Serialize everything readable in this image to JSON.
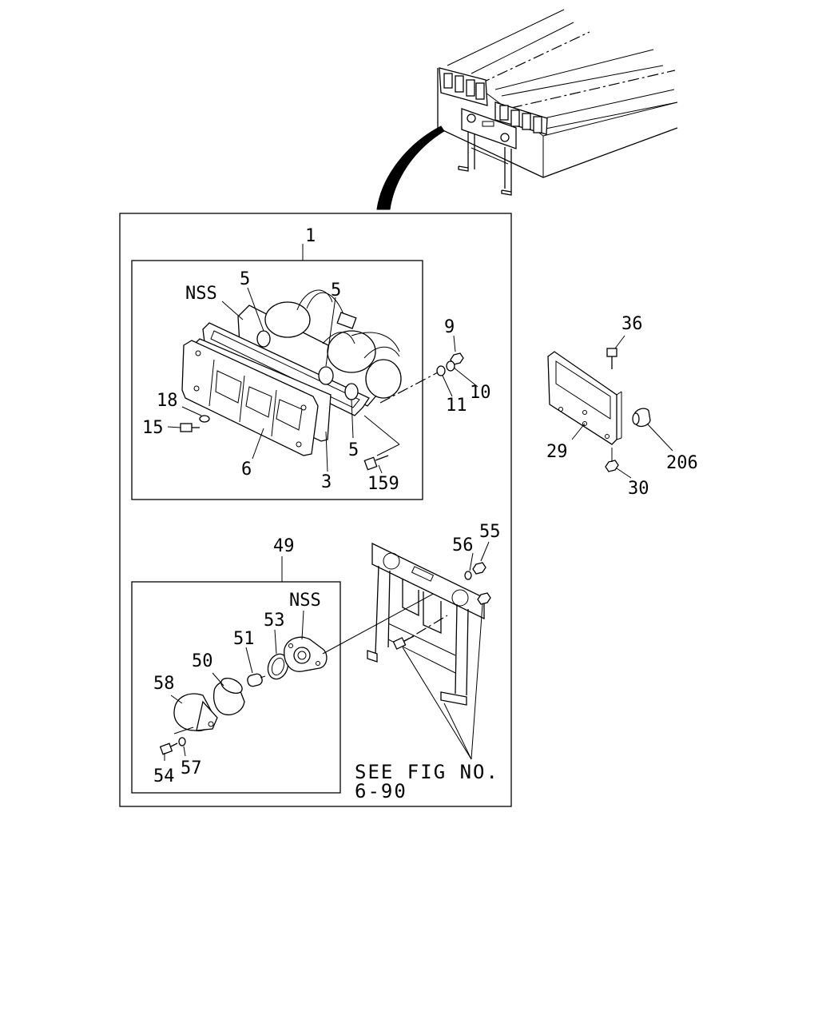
{
  "callouts": {
    "p1": "1",
    "nss_upper": "NSS",
    "p5_a": "5",
    "p5_b": "5",
    "p5_c": "5",
    "p9": "9",
    "p10": "10",
    "p11": "11",
    "p18": "18",
    "p15": "15",
    "p6": "6",
    "p3": "3",
    "p159": "159",
    "p36": "36",
    "p29": "29",
    "p206": "206",
    "p30": "30",
    "p49": "49",
    "p56": "56",
    "p55": "55",
    "nss_lower": "NSS",
    "p53": "53",
    "p51": "51",
    "p50": "50",
    "p58": "58",
    "p54": "54",
    "p57": "57"
  },
  "reference": {
    "line1": "SEE FIG NO.",
    "line2": "6-90"
  }
}
